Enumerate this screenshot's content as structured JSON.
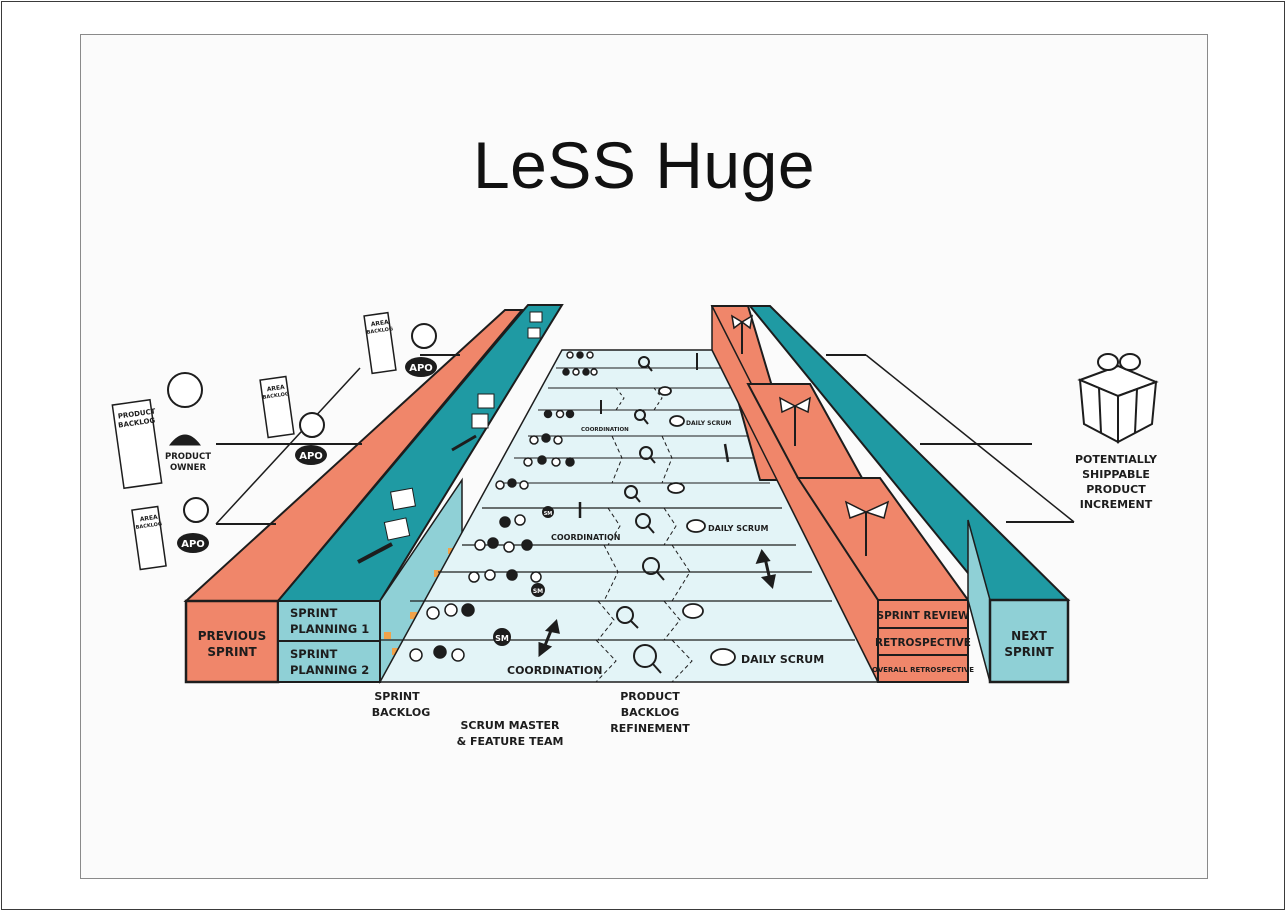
{
  "slide": {
    "title": "LeSS Huge"
  },
  "diagram": {
    "previous_sprint": [
      "PREVIOUS",
      "SPRINT"
    ],
    "next_sprint": [
      "NEXT",
      "SPRINT"
    ],
    "sprint_planning_1": [
      "SPRINT",
      "PLANNING 1"
    ],
    "sprint_planning_2": [
      "SPRINT",
      "PLANNING 2"
    ],
    "sprint_review": "SPRINT REVIEW",
    "retrospective": "RETROSPECTIVE",
    "overall_retrospective": "OVERALL RETROSPECTIVE",
    "product_owner": [
      "PRODUCT",
      "OWNER"
    ],
    "product_backlog_doc": [
      "PRODUCT",
      "BACKLOG"
    ],
    "area_backlog_doc": [
      "AREA",
      "BACKLOG"
    ],
    "apo": "APO",
    "sm": "SM",
    "coordination": "COORDINATION",
    "daily_scrum": "DAILY SCRUM",
    "sprint_backlog": [
      "SPRINT",
      "BACKLOG"
    ],
    "scrum_master_team": [
      "SCRUM MASTER",
      "& FEATURE TEAM"
    ],
    "backlog_refinement": [
      "PRODUCT",
      "BACKLOG",
      "REFINEMENT"
    ],
    "increment": [
      "POTENTIALLY",
      "SHIPPABLE",
      "PRODUCT",
      "INCREMENT"
    ],
    "colors": {
      "orange": "#f0866a",
      "teal": "#1f9aa3",
      "light_teal": "#8fd0d6",
      "lane": "#e3f4f7",
      "ink": "#1d1d1d"
    }
  }
}
